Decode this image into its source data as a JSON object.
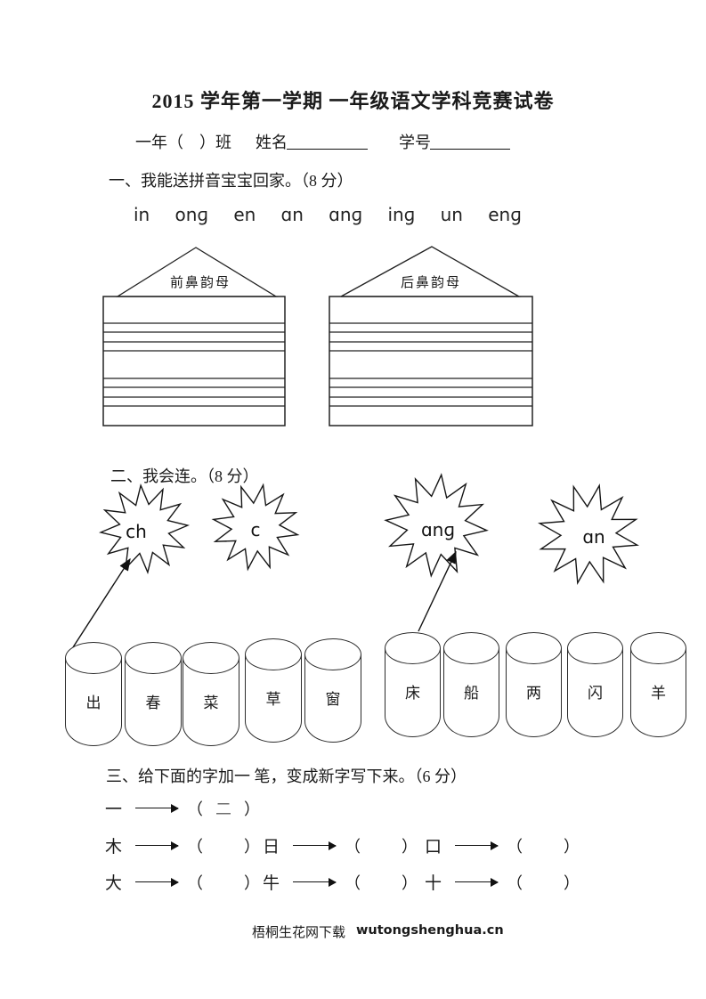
{
  "page": {
    "title": "2015 学年第一学期 一年级语文学科竞赛试卷"
  },
  "header": {
    "class_label": "一年（　）班",
    "name_label": "姓名",
    "student_id_label": "学号"
  },
  "section1": {
    "heading": "一、我能送拼音宝宝回家。（8 分）",
    "pinyin_items": [
      "in",
      "onɡ",
      "en",
      "ɑn",
      "ɑnɡ",
      "inɡ",
      "un",
      "enɡ"
    ],
    "house_left_label": "前鼻韵母",
    "house_right_label": "后鼻韵母"
  },
  "section2": {
    "heading": "二、我会连。（8 分）",
    "stars": [
      "ch",
      "c",
      "ɑnɡ",
      "ɑn"
    ],
    "cylinders_left": [
      "出",
      "春",
      "菜",
      "草",
      "窗"
    ],
    "cylinders_right": [
      "床",
      "船",
      "两",
      "闪",
      "羊"
    ],
    "connections": [
      {
        "from": "出",
        "to": "ch"
      },
      {
        "from": "床",
        "to": "ɑnɡ"
      }
    ]
  },
  "section3": {
    "heading": "三、给下面的字加一 笔，变成新字写下来。（6 分）",
    "paren_open": "（",
    "paren_close": "）",
    "rows": [
      {
        "from": "一",
        "answer": "二"
      },
      {
        "from": "木",
        "answer": ""
      },
      {
        "from": "日",
        "answer": ""
      },
      {
        "from": "口",
        "answer": ""
      },
      {
        "from": "大",
        "answer": ""
      },
      {
        "from": "牛",
        "answer": ""
      },
      {
        "from": "十",
        "answer": ""
      }
    ]
  },
  "footer": {
    "site_name": "梧桐生花网下载",
    "site_url": "wutongshenghua.cn"
  }
}
